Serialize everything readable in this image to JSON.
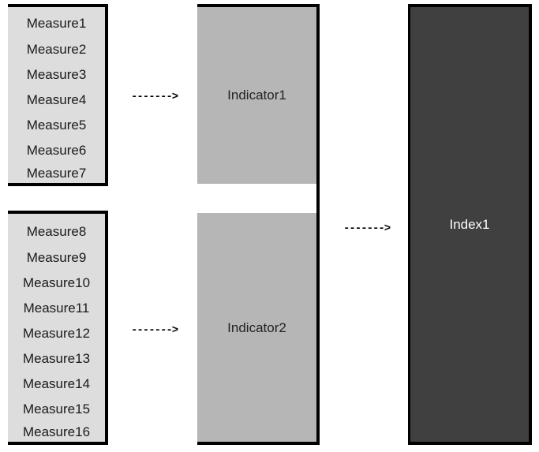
{
  "group1": {
    "measures": [
      "Measure1",
      "Measure2",
      "Measure3",
      "Measure4",
      "Measure5",
      "Measure6",
      "Measure7"
    ],
    "arrow": "------->",
    "indicator": "Indicator1"
  },
  "group2": {
    "measures": [
      "Measure8",
      "Measure9",
      "Measure10",
      "Measure11",
      "Measure12",
      "Measure13",
      "Measure14",
      "Measure15",
      "Measure16"
    ],
    "arrow": "------->",
    "indicator": "Indicator2"
  },
  "index": {
    "arrow": "------->",
    "label": "Index1"
  },
  "colors": {
    "measure_fill": "#dddddd",
    "indicator_fill": "#b6b6b6",
    "index_fill": "#404040",
    "border": "#000000"
  }
}
